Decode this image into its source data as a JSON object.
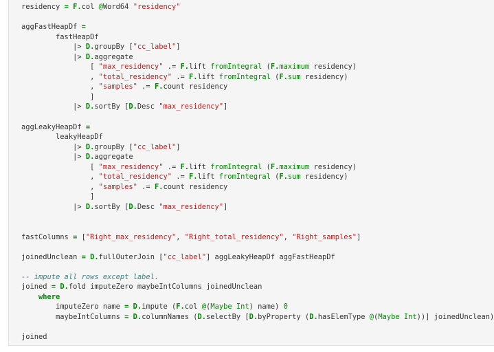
{
  "colors": {
    "cell_background": "#f5f5f5",
    "cell_border": "#e0e0e0",
    "text": "#333333",
    "keyword_green": "#008800",
    "string_red": "#ba2121",
    "comment": "#408080"
  },
  "code_cell": {
    "lines": [
      [
        [
          "t",
          "residency "
        ],
        [
          "op",
          "="
        ],
        [
          "t",
          " "
        ],
        [
          "mod",
          "F."
        ],
        [
          "t",
          "col "
        ],
        [
          "at",
          "@"
        ],
        [
          "t",
          "Word64 "
        ],
        [
          "str",
          "\"residency\""
        ]
      ],
      [],
      [
        [
          "t",
          "aggFastHeapDf "
        ],
        [
          "op",
          "="
        ]
      ],
      [
        [
          "t",
          "        fastHeapDf"
        ]
      ],
      [
        [
          "t",
          "            |> "
        ],
        [
          "mod",
          "D."
        ],
        [
          "t",
          "groupBy ["
        ],
        [
          "str",
          "\"cc_label\""
        ],
        [
          "t",
          "]"
        ]
      ],
      [
        [
          "t",
          "            |> "
        ],
        [
          "mod",
          "D."
        ],
        [
          "t",
          "aggregate"
        ]
      ],
      [
        [
          "t",
          "                [ "
        ],
        [
          "str",
          "\"max_residency\""
        ],
        [
          "t",
          " .= "
        ],
        [
          "mod",
          "F."
        ],
        [
          "t",
          "lift "
        ],
        [
          "fn",
          "fromIntegral"
        ],
        [
          "t",
          " ("
        ],
        [
          "mod",
          "F."
        ],
        [
          "fn",
          "maximum"
        ],
        [
          "t",
          " residency)"
        ]
      ],
      [
        [
          "t",
          "                , "
        ],
        [
          "str",
          "\"total_residency\""
        ],
        [
          "t",
          " .= "
        ],
        [
          "mod",
          "F."
        ],
        [
          "t",
          "lift "
        ],
        [
          "fn",
          "fromIntegral"
        ],
        [
          "t",
          " ("
        ],
        [
          "mod",
          "F."
        ],
        [
          "fn",
          "sum"
        ],
        [
          "t",
          " residency)"
        ]
      ],
      [
        [
          "t",
          "                , "
        ],
        [
          "str",
          "\"samples\""
        ],
        [
          "t",
          " .= "
        ],
        [
          "mod",
          "F."
        ],
        [
          "t",
          "count residency"
        ]
      ],
      [
        [
          "t",
          "                ]"
        ]
      ],
      [
        [
          "t",
          "            |> "
        ],
        [
          "mod",
          "D."
        ],
        [
          "t",
          "sortBy ["
        ],
        [
          "mod",
          "D."
        ],
        [
          "t",
          "Desc "
        ],
        [
          "str",
          "\"max_residency\""
        ],
        [
          "t",
          "]"
        ]
      ],
      [],
      [
        [
          "t",
          "aggLeakyHeapDf "
        ],
        [
          "op",
          "="
        ]
      ],
      [
        [
          "t",
          "        leakyHeapDf"
        ]
      ],
      [
        [
          "t",
          "            |> "
        ],
        [
          "mod",
          "D."
        ],
        [
          "t",
          "groupBy ["
        ],
        [
          "str",
          "\"cc_label\""
        ],
        [
          "t",
          "]"
        ]
      ],
      [
        [
          "t",
          "            |> "
        ],
        [
          "mod",
          "D."
        ],
        [
          "t",
          "aggregate"
        ]
      ],
      [
        [
          "t",
          "                [ "
        ],
        [
          "str",
          "\"max_residency\""
        ],
        [
          "t",
          " .= "
        ],
        [
          "mod",
          "F."
        ],
        [
          "t",
          "lift "
        ],
        [
          "fn",
          "fromIntegral"
        ],
        [
          "t",
          " ("
        ],
        [
          "mod",
          "F."
        ],
        [
          "fn",
          "maximum"
        ],
        [
          "t",
          " residency)"
        ]
      ],
      [
        [
          "t",
          "                , "
        ],
        [
          "str",
          "\"total_residency\""
        ],
        [
          "t",
          " .= "
        ],
        [
          "mod",
          "F."
        ],
        [
          "t",
          "lift "
        ],
        [
          "fn",
          "fromIntegral"
        ],
        [
          "t",
          " ("
        ],
        [
          "mod",
          "F."
        ],
        [
          "fn",
          "sum"
        ],
        [
          "t",
          " residency)"
        ]
      ],
      [
        [
          "t",
          "                , "
        ],
        [
          "str",
          "\"samples\""
        ],
        [
          "t",
          " .= "
        ],
        [
          "mod",
          "F."
        ],
        [
          "t",
          "count residency"
        ]
      ],
      [
        [
          "t",
          "                ]"
        ]
      ],
      [
        [
          "t",
          "            |> "
        ],
        [
          "mod",
          "D."
        ],
        [
          "t",
          "sortBy ["
        ],
        [
          "mod",
          "D."
        ],
        [
          "t",
          "Desc "
        ],
        [
          "str",
          "\"max_residency\""
        ],
        [
          "t",
          "]"
        ]
      ],
      [],
      [],
      [
        [
          "t",
          "fastColumns "
        ],
        [
          "op",
          "="
        ],
        [
          "t",
          " ["
        ],
        [
          "str",
          "\"Right_max_residency\""
        ],
        [
          "t",
          ", "
        ],
        [
          "str",
          "\"Right_total_residency\""
        ],
        [
          "t",
          ", "
        ],
        [
          "str",
          "\"Right_samples\""
        ],
        [
          "t",
          "]"
        ]
      ],
      [],
      [
        [
          "t",
          "joinedUnclean "
        ],
        [
          "op",
          "="
        ],
        [
          "t",
          " "
        ],
        [
          "mod",
          "D."
        ],
        [
          "t",
          "fullOuterJoin ["
        ],
        [
          "str",
          "\"cc_label\""
        ],
        [
          "t",
          "] aggLeakyHeapDf aggFastHeapDf"
        ]
      ],
      [],
      [
        [
          "cm",
          "-- impute all rows except label."
        ]
      ],
      [
        [
          "t",
          "joined "
        ],
        [
          "op",
          "="
        ],
        [
          "t",
          " "
        ],
        [
          "mod",
          "D."
        ],
        [
          "t",
          "fold imputeZero maybeIntColumns joinedUnclean"
        ]
      ],
      [
        [
          "t",
          "    "
        ],
        [
          "kw",
          "where"
        ]
      ],
      [
        [
          "t",
          "        imputeZero name "
        ],
        [
          "op",
          "="
        ],
        [
          "t",
          " "
        ],
        [
          "mod",
          "D."
        ],
        [
          "t",
          "impute ("
        ],
        [
          "mod",
          "F."
        ],
        [
          "t",
          "col "
        ],
        [
          "at",
          "@"
        ],
        [
          "t",
          "("
        ],
        [
          "ty",
          "Maybe Int"
        ],
        [
          "t",
          ") name) "
        ],
        [
          "num",
          "0"
        ]
      ],
      [
        [
          "t",
          "        maybeIntColumns "
        ],
        [
          "op",
          "="
        ],
        [
          "t",
          " "
        ],
        [
          "mod",
          "D."
        ],
        [
          "t",
          "columnNames ("
        ],
        [
          "mod",
          "D."
        ],
        [
          "t",
          "selectBy ["
        ],
        [
          "mod",
          "D."
        ],
        [
          "t",
          "byProperty ("
        ],
        [
          "mod",
          "D."
        ],
        [
          "t",
          "hasElemType "
        ],
        [
          "at",
          "@"
        ],
        [
          "t",
          "("
        ],
        [
          "ty",
          "Maybe Int"
        ],
        [
          "t",
          "))] joinedUnclean)"
        ]
      ],
      [],
      [
        [
          "t",
          "joined"
        ]
      ]
    ]
  }
}
